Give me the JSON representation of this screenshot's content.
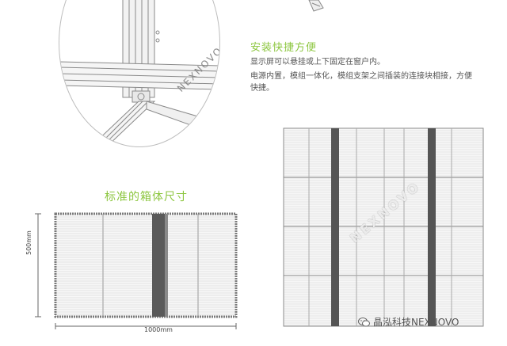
{
  "install": {
    "title": "安装快捷方便",
    "line1": "显示屏可以悬挂或上下固定在窗户内。",
    "line2": "电源内置，模组一体化，模组支架之间插装的连接块相接，方便快捷。"
  },
  "size": {
    "title": "标准的箱体尺寸",
    "height_label": "500mm",
    "width_label": "1000mm"
  },
  "brand": {
    "watermark": "NEXNOVO",
    "circle_watermark": "NEXNOVO"
  },
  "wechat": {
    "text": "晶泓科技NEXNOVO",
    "icon": "wechat-icon"
  },
  "colors": {
    "accent": "#8cc63f",
    "frame": "#7a7a7a",
    "dark_strip": "#555555"
  }
}
